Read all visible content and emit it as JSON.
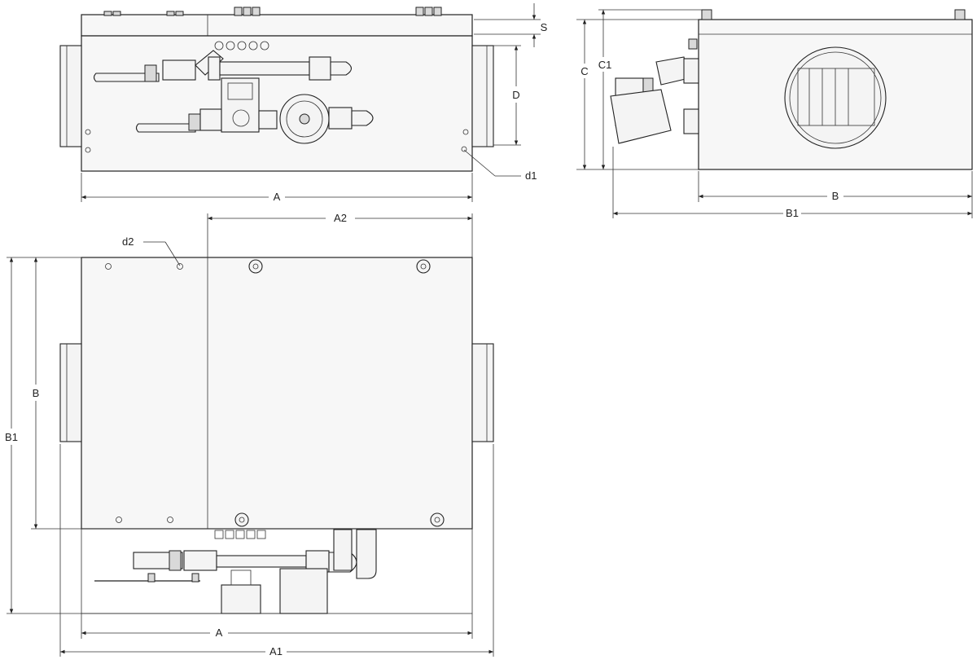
{
  "dimensions": {
    "A": "A",
    "A1": "A1",
    "A2": "A2",
    "B": "B",
    "B1": "B1",
    "C": "C",
    "C1": "C1",
    "D": "D",
    "S": "S",
    "d1": "d1",
    "d2": "d2"
  }
}
